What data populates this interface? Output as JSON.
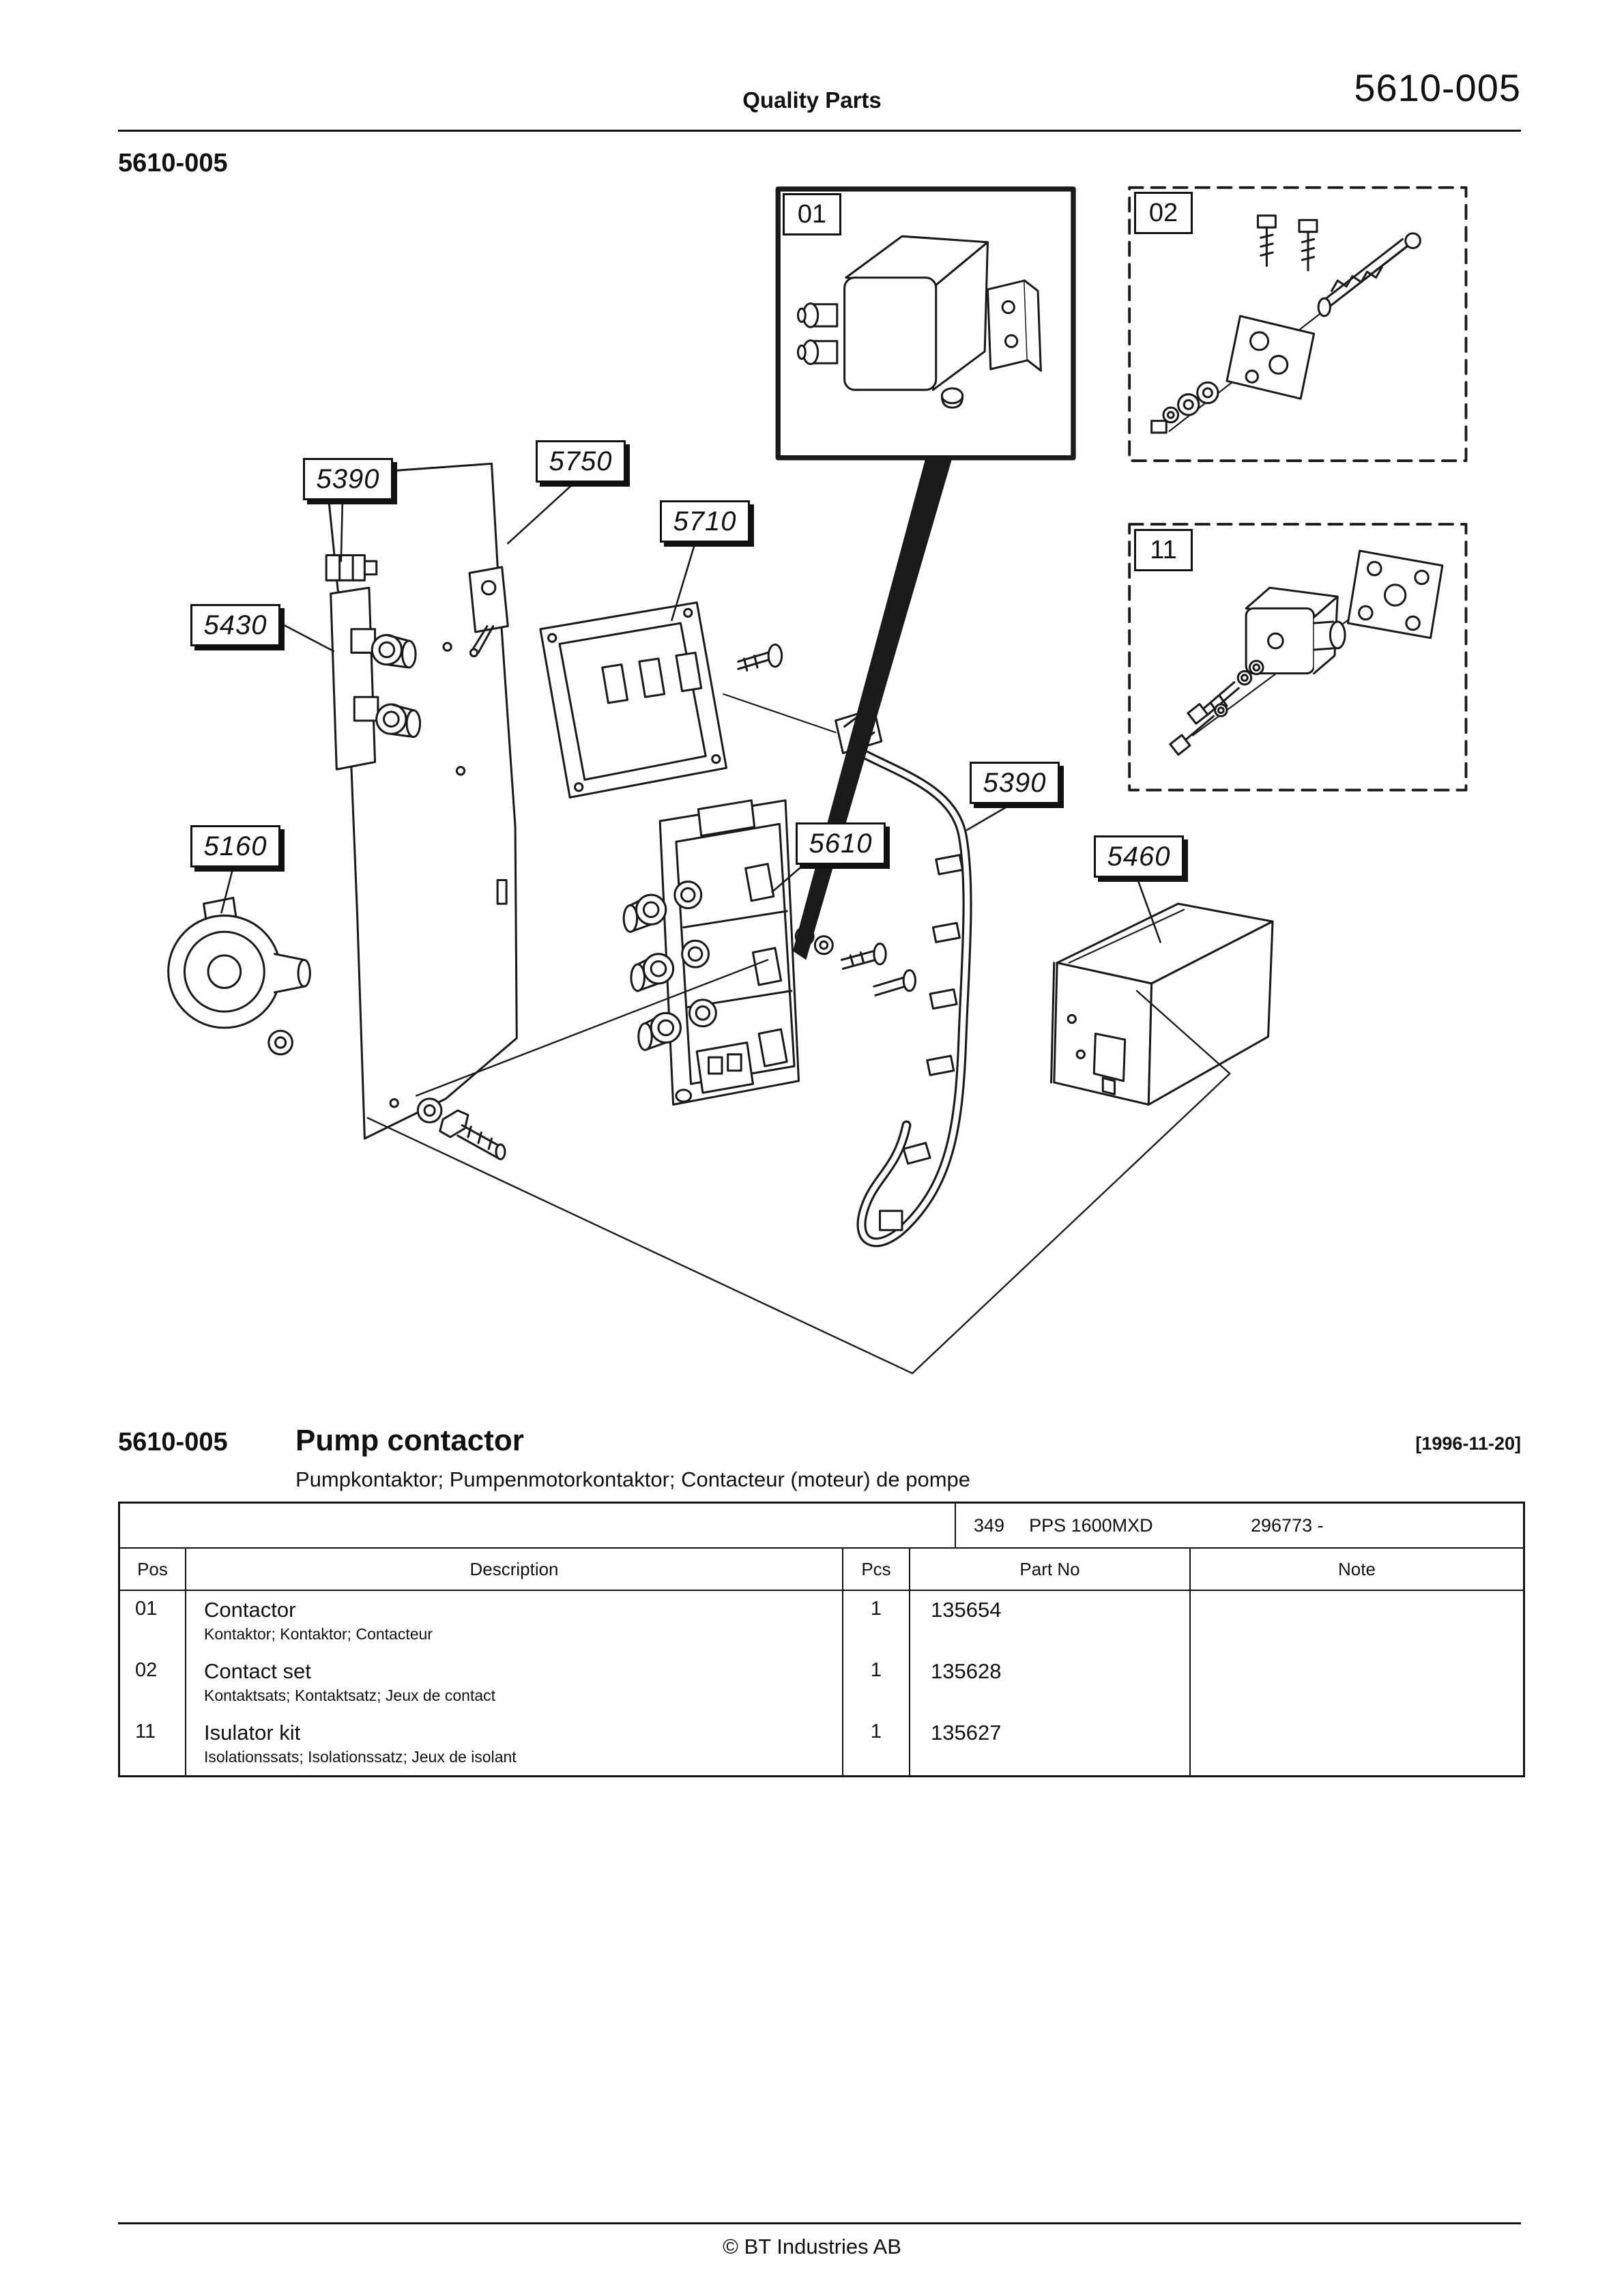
{
  "header": {
    "center_title": "Quality Parts",
    "doc_number": "5610-005",
    "page_code": "5610-005"
  },
  "diagram": {
    "frames": [
      {
        "id": "01",
        "label": "01"
      },
      {
        "id": "02",
        "label": "02"
      },
      {
        "id": "11",
        "label": "11"
      }
    ],
    "labels": [
      {
        "text": "5390"
      },
      {
        "text": "5750"
      },
      {
        "text": "5710"
      },
      {
        "text": "5430"
      },
      {
        "text": "5160"
      },
      {
        "text": "5610"
      },
      {
        "text": "5390"
      },
      {
        "text": "5460"
      }
    ]
  },
  "section": {
    "code": "5610-005",
    "title": "Pump contactor",
    "date": "[1996-11-20]",
    "subtitle": "Pumpkontaktor; Pumpenmotorkontaktor; Contacteur (moteur) de pompe"
  },
  "table": {
    "meta": {
      "model_no": "349",
      "model_name": "PPS 1600MXD",
      "serial": "296773 -"
    },
    "headers": {
      "pos": "Pos",
      "description": "Description",
      "pcs": "Pcs",
      "part_no": "Part No",
      "note": "Note"
    },
    "rows": [
      {
        "pos": "01",
        "description": "Contactor",
        "description_alt": "Kontaktor; Kontaktor; Contacteur",
        "pcs": "1",
        "part_no": "135654",
        "note": ""
      },
      {
        "pos": "02",
        "description": "Contact set",
        "description_alt": "Kontaktsats; Kontaktsatz; Jeux de contact",
        "pcs": "1",
        "part_no": "135628",
        "note": ""
      },
      {
        "pos": "11",
        "description": "Isulator kit",
        "description_alt": "Isolationssats; Isolationssatz; Jeux de isolant",
        "pcs": "1",
        "part_no": "135627",
        "note": ""
      }
    ]
  },
  "footer": {
    "copyright": "© BT Industries AB"
  }
}
